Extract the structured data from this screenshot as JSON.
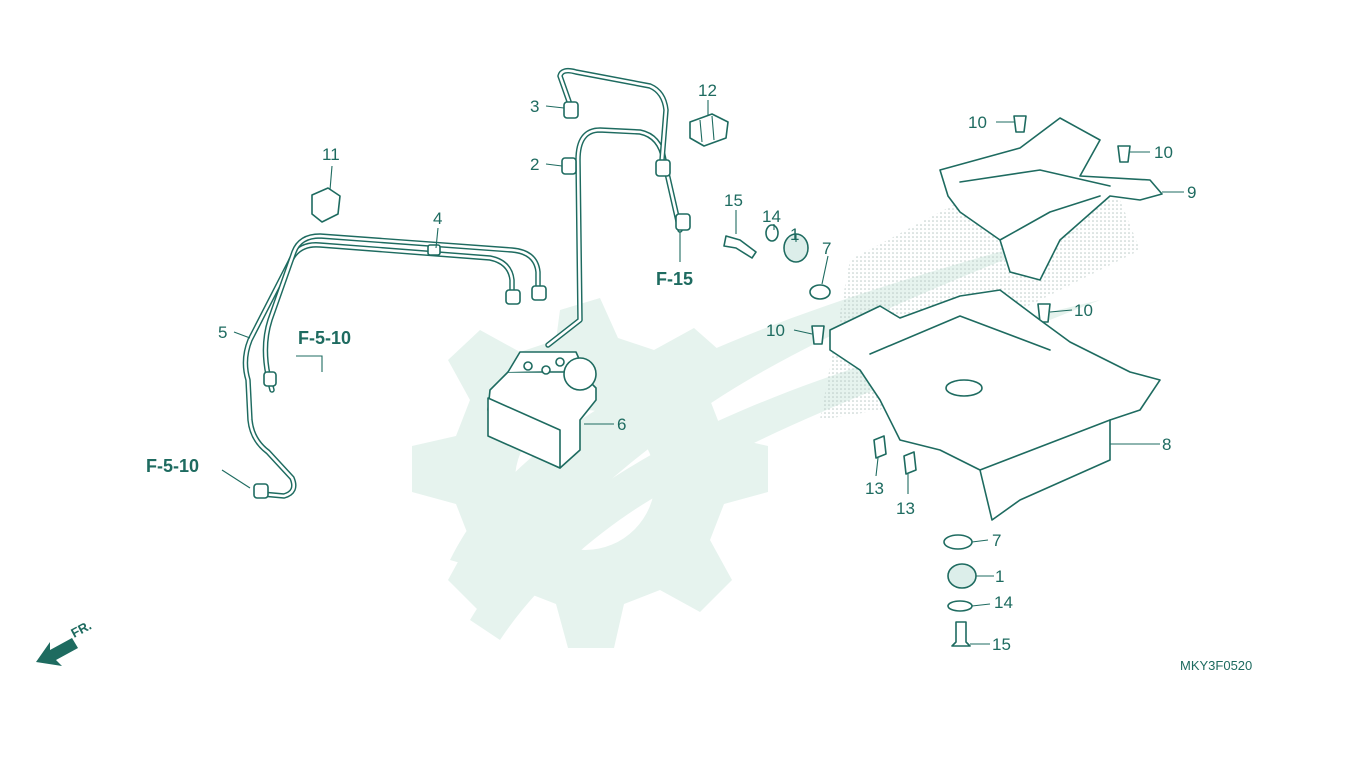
{
  "diagram": {
    "drawing_code": "MKY3F0520",
    "front_marker": "FR.",
    "references": [
      {
        "id": "ref-f15",
        "label": "F-15"
      },
      {
        "id": "ref-f510-upper",
        "label": "F-5-10"
      },
      {
        "id": "ref-f510-lower",
        "label": "F-5-10"
      }
    ],
    "callouts": [
      {
        "id": "c1a",
        "label": "1"
      },
      {
        "id": "c1b",
        "label": "1"
      },
      {
        "id": "c2",
        "label": "2"
      },
      {
        "id": "c3",
        "label": "3"
      },
      {
        "id": "c4",
        "label": "4"
      },
      {
        "id": "c5",
        "label": "5"
      },
      {
        "id": "c6",
        "label": "6"
      },
      {
        "id": "c7a",
        "label": "7"
      },
      {
        "id": "c7b",
        "label": "7"
      },
      {
        "id": "c8",
        "label": "8"
      },
      {
        "id": "c9",
        "label": "9"
      },
      {
        "id": "c10a",
        "label": "10"
      },
      {
        "id": "c10b",
        "label": "10"
      },
      {
        "id": "c10c",
        "label": "10"
      },
      {
        "id": "c10d",
        "label": "10"
      },
      {
        "id": "c11",
        "label": "11"
      },
      {
        "id": "c12",
        "label": "12"
      },
      {
        "id": "c13a",
        "label": "13"
      },
      {
        "id": "c13b",
        "label": "13"
      },
      {
        "id": "c14a",
        "label": "14"
      },
      {
        "id": "c14b",
        "label": "14"
      },
      {
        "id": "c15a",
        "label": "15"
      },
      {
        "id": "c15b",
        "label": "15"
      }
    ],
    "colors": {
      "line": "#1e6b60",
      "watermark": "#e6f3ee"
    }
  }
}
